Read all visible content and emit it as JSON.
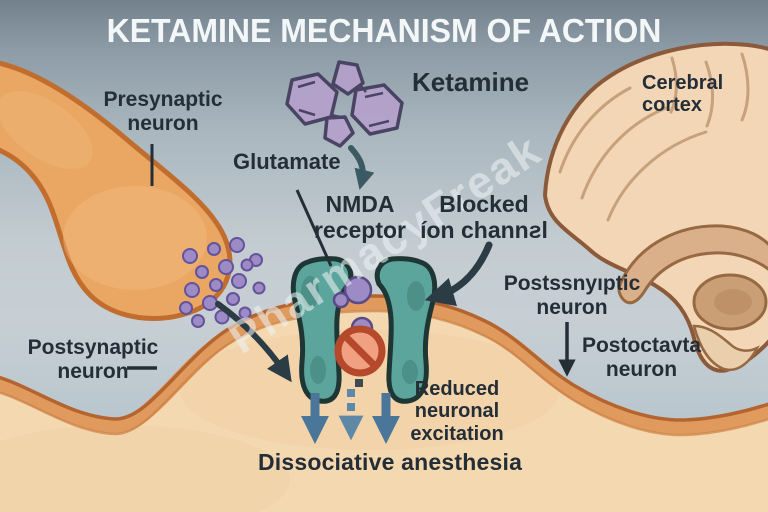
{
  "title": "KETAMINE MECHANISM OF ACTION",
  "watermark": "PharmacyFreak",
  "labels": {
    "presynaptic": {
      "line1": "Presynaptic",
      "line2": "neuron"
    },
    "ketamine": "Ketamine",
    "glutamate": "Glutamate",
    "nmda": {
      "line1": "NMDA",
      "line2": "receptor"
    },
    "blocked": {
      "line1": "Blocked",
      "line2": "íon channƨl"
    },
    "postsynaptic_left": {
      "line1": "Postsynaptic",
      "line2": "neuron"
    },
    "postsynaptic_right": {
      "line1": "Postssnyıptic",
      "line2": "neuron"
    },
    "postoctavta": {
      "line1": "Postoctavta",
      "line2": "neuron"
    },
    "cerebral_cortex": {
      "line1": "Cerebral",
      "line2": "cortex"
    },
    "reduced": {
      "line1": "Reduced",
      "line2": "neuronal",
      "line3": "excitation"
    },
    "dissociative": "Dissociative anesthesia"
  },
  "colors": {
    "background_top": "#73818d",
    "background_mid": "#c3ccd1",
    "membrane_fill": "#f4d8b0",
    "membrane_band": "#e19a5e",
    "membrane_edge": "#b4642e",
    "neuron_fill": "#e9a763",
    "neuron_outline": "#c06d2e",
    "receptor_fill": "#5ca59c",
    "receptor_outline": "#1e3734",
    "glutamate_dot": "#9d8bc6",
    "molecule_fill": "#b5a0cb",
    "molecule_outline": "#4a4464",
    "blocked_ring": "#b5492c",
    "blocked_fill": "#f1a181",
    "brain_fill": "#f2d6b6",
    "brain_outline": "#8a5a3a",
    "dark_arrow": "#2c3c44",
    "steel_arrow": "#4a7699",
    "text": "#242e37",
    "title_text": "#f4f7f8"
  }
}
